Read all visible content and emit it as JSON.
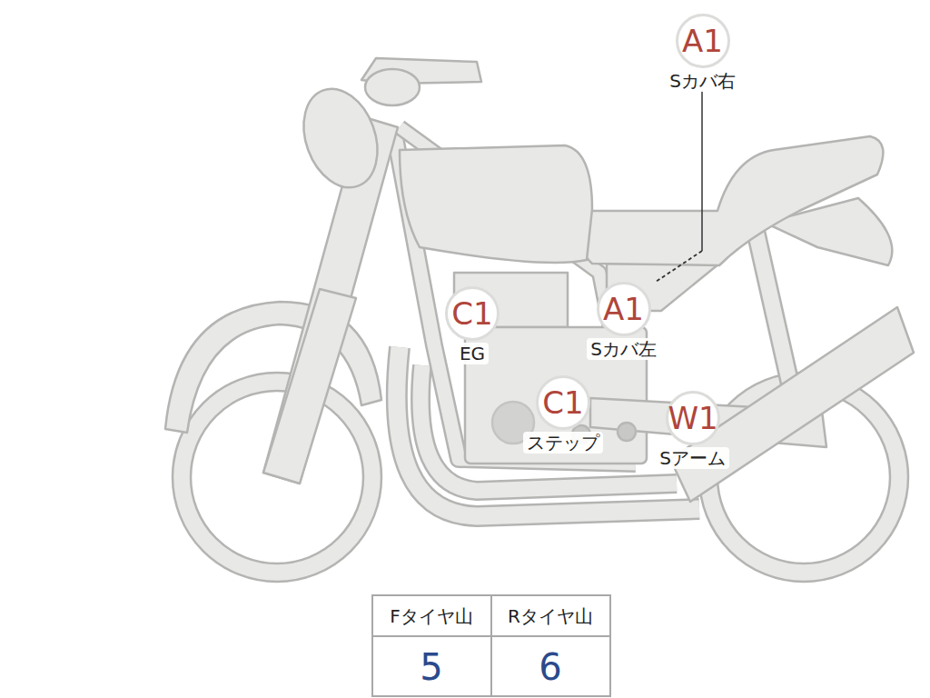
{
  "diagram": {
    "nodes": [
      {
        "text": [
          "A1",
          "Sカバ右"
        ]
      },
      {
        "text": [
          "C1",
          "EG"
        ]
      },
      {
        "text": [
          "A1",
          "Sカバ左"
        ]
      },
      {
        "text": [
          "C1",
          "ステップ"
        ]
      },
      {
        "text": [
          "W1",
          "Sアーム"
        ]
      }
    ],
    "labels": [
      "Fタイヤ山",
      "Rタイヤ山",
      "5",
      "6"
    ]
  }
}
